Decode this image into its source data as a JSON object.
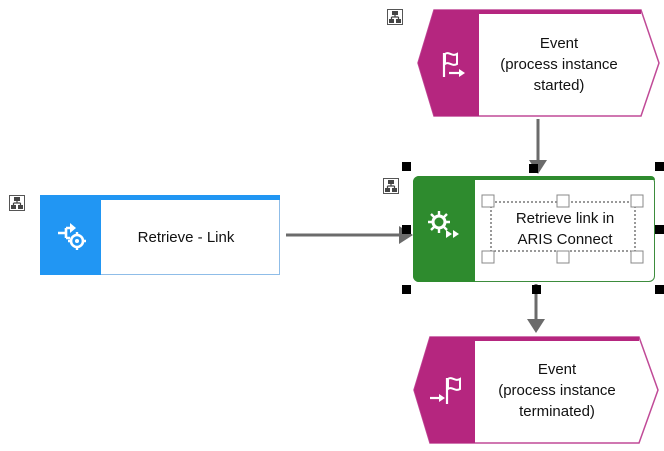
{
  "diagram": {
    "event_start": {
      "label": "Event\n(process instance\nstarted)",
      "icon": "flag-start-icon",
      "color": "#b5267f"
    },
    "interface": {
      "label": "Retrieve - Link",
      "icon": "process-interface-icon",
      "color": "#2196f3"
    },
    "function": {
      "label": "Retrieve link in\nARIS Connect",
      "icon": "automated-function-icon",
      "color": "#2e8b2e"
    },
    "event_end": {
      "label": "Event\n(process instance\nterminated)",
      "icon": "flag-end-icon",
      "color": "#b5267f"
    },
    "assignment_icon": "hierarchy-assignment-icon",
    "connector_color": "#6b6b6b"
  }
}
